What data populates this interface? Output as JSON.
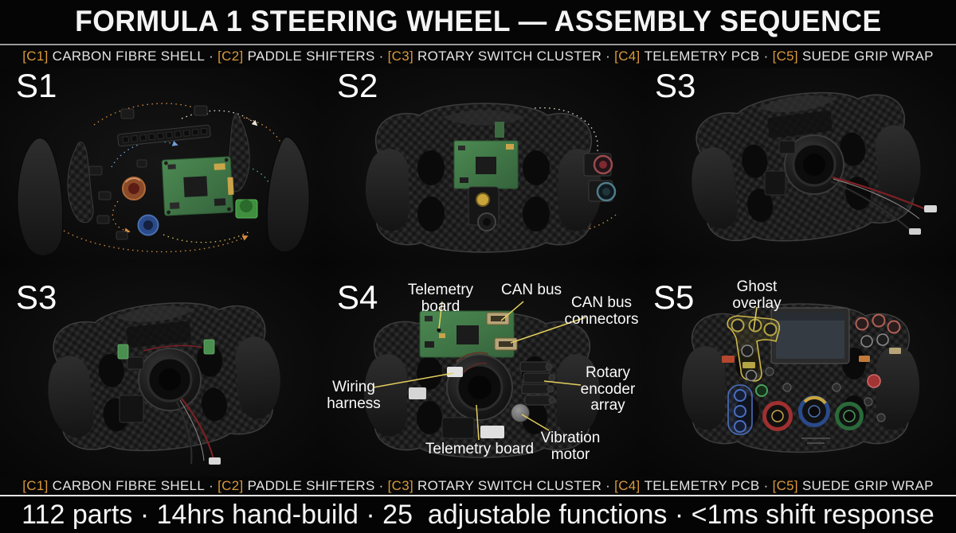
{
  "header": {
    "title": "FORMULA 1 STEERING WHEEL — ASSEMBLY SEQUENCE"
  },
  "colors": {
    "accent": "#d9993b",
    "leader": "#e3cf5e"
  },
  "components": [
    {
      "code": "[C1]",
      "name": "CARBON FIBRE SHELL"
    },
    {
      "code": "[C2]",
      "name": "PADDLE SHIFTERS"
    },
    {
      "code": "[C3]",
      "name": "ROTARY SWITCH CLUSTER"
    },
    {
      "code": "[C4]",
      "name": "TELEMETRY PCB"
    },
    {
      "code": "[C5]",
      "name": "SUEDE GRIP WRAP"
    }
  ],
  "legend_separator": "·",
  "stages": {
    "s1": "S1",
    "s2": "S2",
    "s3_top": "S3",
    "s3_bottom": "S3",
    "s4": "S4",
    "s5": "S5"
  },
  "s4_annotations": {
    "telemetry_board_top": "Telemetry board",
    "can_bus": "CAN bus",
    "can_bus_connectors": "CAN bus connectors",
    "wiring_harness": "Wiring harness",
    "rotary_encoder_array": "Rotary encoder array",
    "telemetry_board_bottom": "Telemetry board",
    "vibration_motor": "Vibration motor"
  },
  "s5_annotations": {
    "ghost_overlay": "Ghost overlay"
  },
  "footer": {
    "stats": [
      "112 parts",
      "14hrs hand-build",
      "25  adjustable functions",
      "<1ms shift response"
    ],
    "separator": "·"
  }
}
